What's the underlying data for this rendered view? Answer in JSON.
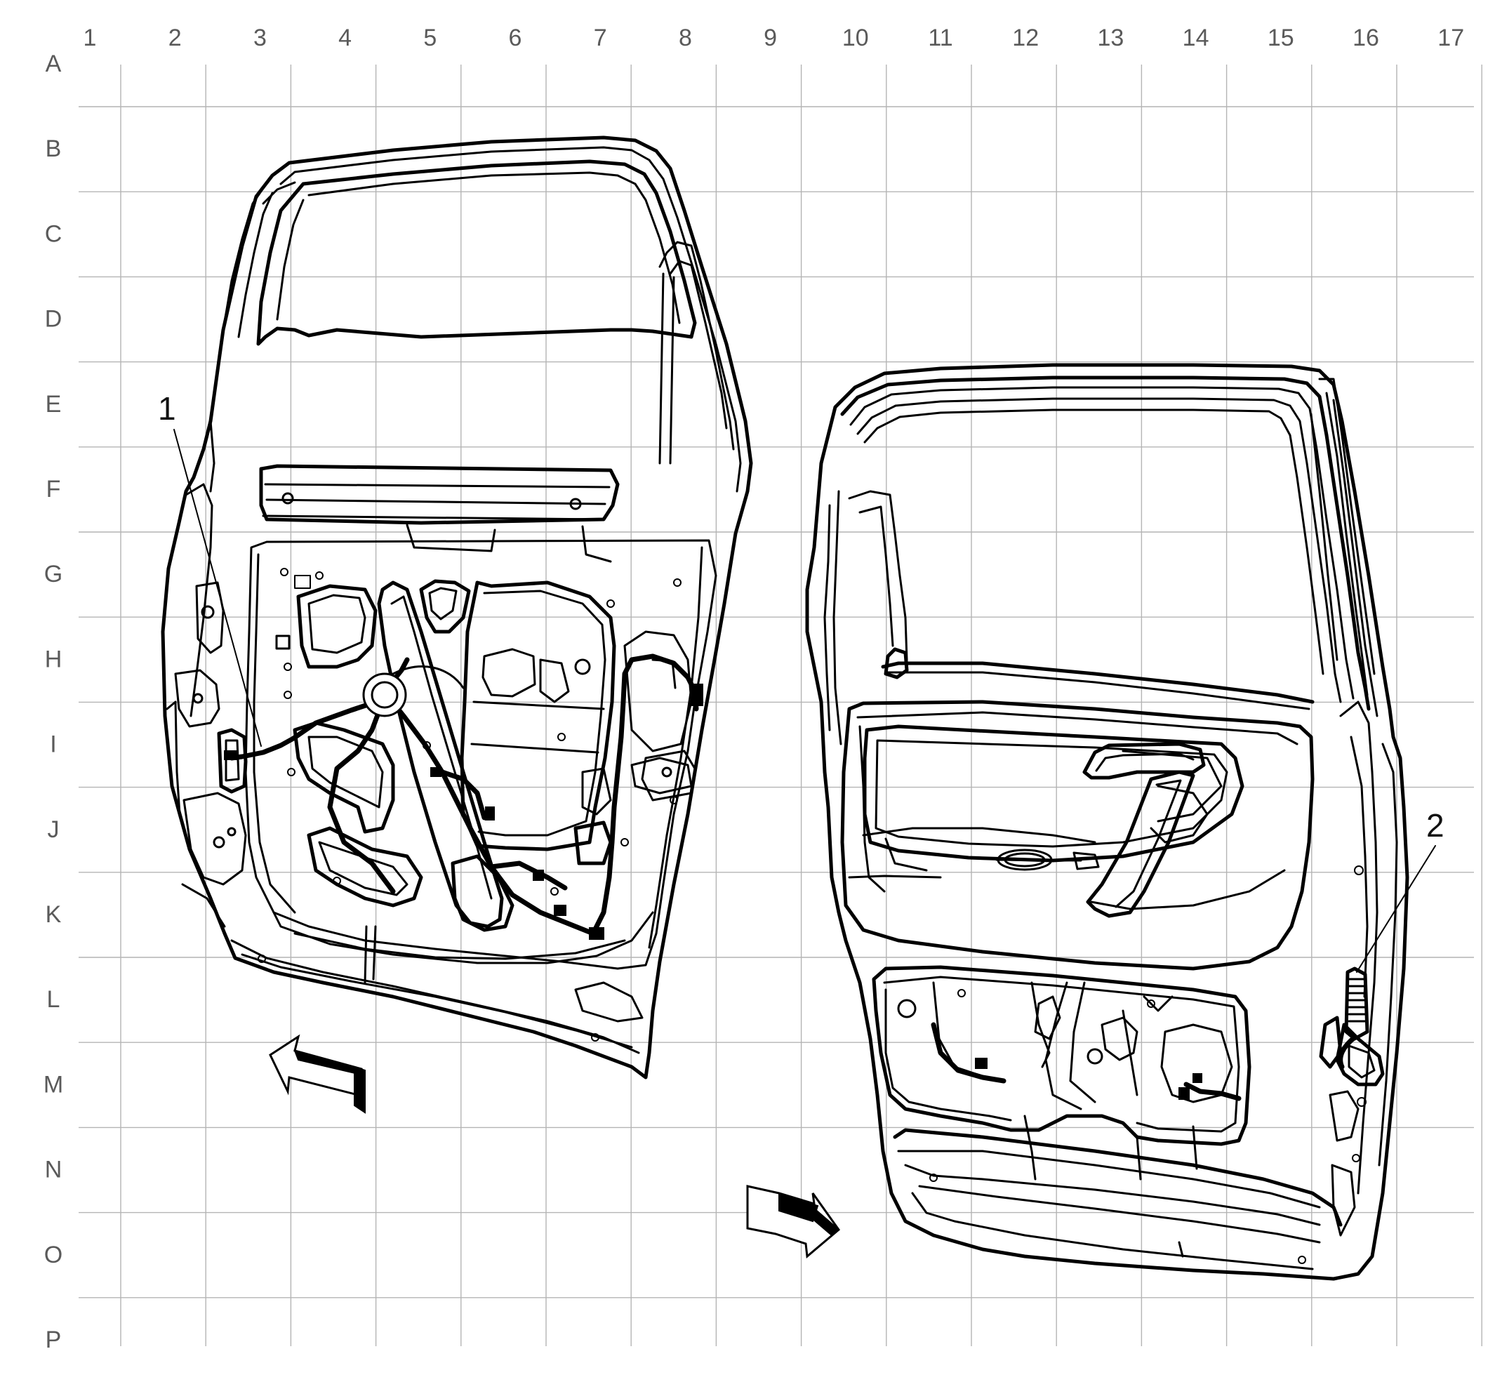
{
  "figure": {
    "column_labels": [
      "1",
      "2",
      "3",
      "4",
      "5",
      "6",
      "7",
      "8",
      "9",
      "10",
      "11",
      "12",
      "13",
      "14",
      "15",
      "16",
      "17"
    ],
    "row_labels": [
      "A",
      "B",
      "C",
      "D",
      "E",
      "F",
      "G",
      "H",
      "I",
      "J",
      "K",
      "L",
      "M",
      "N",
      "O",
      "P"
    ],
    "callouts": [
      {
        "id": "1",
        "label": "1"
      },
      {
        "id": "2",
        "label": "2"
      }
    ],
    "parts": {
      "left_view": "front-door-inner-panel-harness",
      "right_view": "front-door-trim-panel",
      "direction_arrows": [
        "front-arrow-left",
        "front-arrow-right"
      ]
    },
    "colors": {
      "grid": "#b4b4b4",
      "labels": "#5a5a5a",
      "linework": "#000000",
      "background": "#ffffff"
    }
  }
}
